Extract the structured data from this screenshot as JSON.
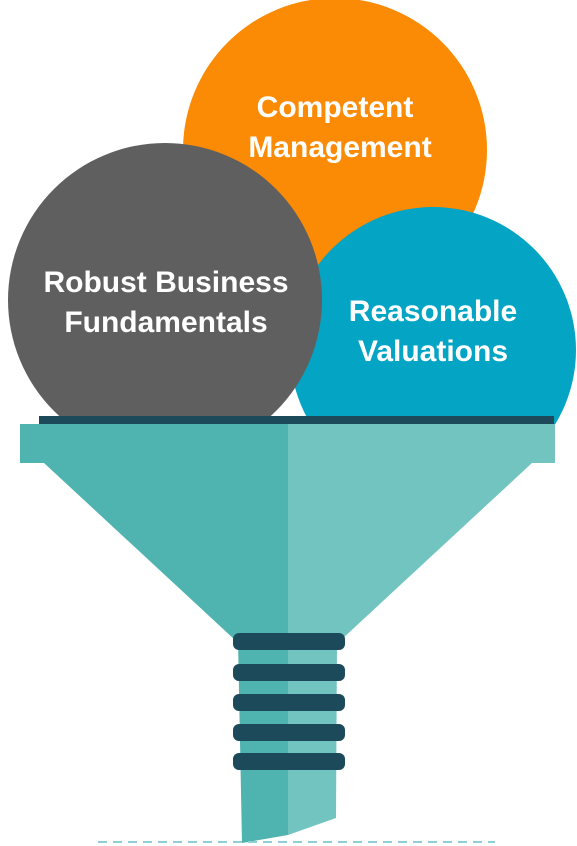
{
  "colors": {
    "top_circle": "#fb8a04",
    "left_circle": "#5f5f5f",
    "right_circle": "#04a4c4",
    "funnel_left": "#4fb3b0",
    "funnel_right": "#72c4c1",
    "funnel_dark": "#1d4a5b",
    "dashed_line": "#8fd0d6"
  },
  "circles": {
    "top": {
      "line1": "Competent",
      "line2": "Management"
    },
    "left": {
      "line1": "Robust Business",
      "line2": "Fundamentals"
    },
    "right": {
      "line1": "Reasonable",
      "line2": "Valuations"
    }
  }
}
